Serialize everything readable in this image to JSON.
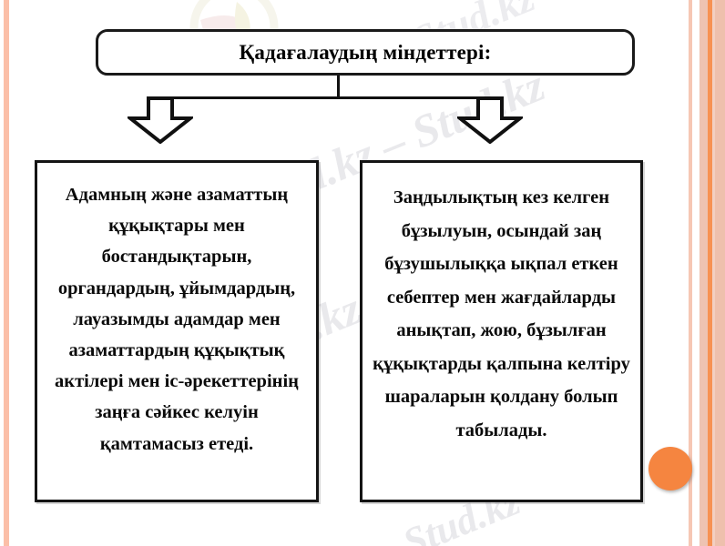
{
  "slide": {
    "title": "Қадағалаудың міндеттері:",
    "boxes": [
      {
        "id": "left-box",
        "text": "Адамның және азаматтың құқықтары мен бостандықтарын, органдардың, ұйымдардың, лауазымды адамдар мен азаматтардың құқықтық актілері мен іс-әрекеттерінің заңға сәйкес келуін қамтамасыз етеді."
      },
      {
        "id": "right-box",
        "text": "Заңдылықтың кез келген бұзылуын, осындай заң бұзушылыққа ықпал еткен себептер мен жағдайларды анықтап, жою, бұзылған құқықтарды қалпына келтіру шараларын қолдану болып табылады."
      }
    ],
    "watermarks": {
      "top": "Stud.kz",
      "upper": "Stud.kz – Stud.kz",
      "middle": "Stud.kz – Stud.kz",
      "bottom": "Stud.kz"
    },
    "colors": {
      "accent_orange": "#f58540",
      "stripe_orange": "#f79253",
      "stripe_peach": "#eec0ad",
      "stripe_light": "#f6c7b4",
      "outline": "#141414",
      "watermark": "#e9e9ec"
    },
    "icons": {
      "arrow_left": "down-arrow-icon",
      "arrow_right": "down-arrow-icon",
      "dot": "orange-circle-decoration"
    }
  }
}
